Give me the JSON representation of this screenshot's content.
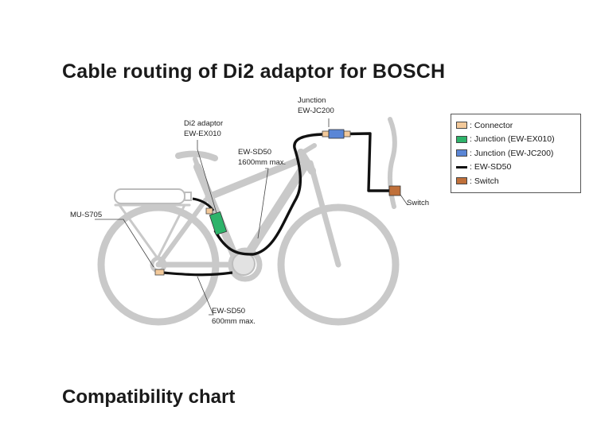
{
  "header": {
    "title": "Cable routing of Di2 adaptor for BOSCH"
  },
  "labels": {
    "junction_name": "Junction",
    "junction_model": "EW-JC200",
    "adaptor_name": "Di2 adaptor",
    "adaptor_model": "EW-EX010",
    "cable_long_name": "EW-SD50",
    "cable_long_length": "1600mm max.",
    "motor_unit": "MU-S705",
    "switch": "Switch",
    "cable_short_name": "EW-SD50",
    "cable_short_length": "600mm max."
  },
  "legend": {
    "items": [
      {
        "label": ": Connector",
        "color": "#f3c99a",
        "shape": "box"
      },
      {
        "label": ": Junction  (EW-EX010)",
        "color": "#2db36a",
        "shape": "box"
      },
      {
        "label": ": Junction  (EW-JC200)",
        "color": "#5a86d6",
        "shape": "box"
      },
      {
        "label": ": EW-SD50",
        "color": "#111111",
        "shape": "line"
      },
      {
        "label": ": Switch",
        "color": "#c0703a",
        "shape": "box"
      }
    ]
  },
  "section": {
    "title": "Compatibility chart"
  }
}
